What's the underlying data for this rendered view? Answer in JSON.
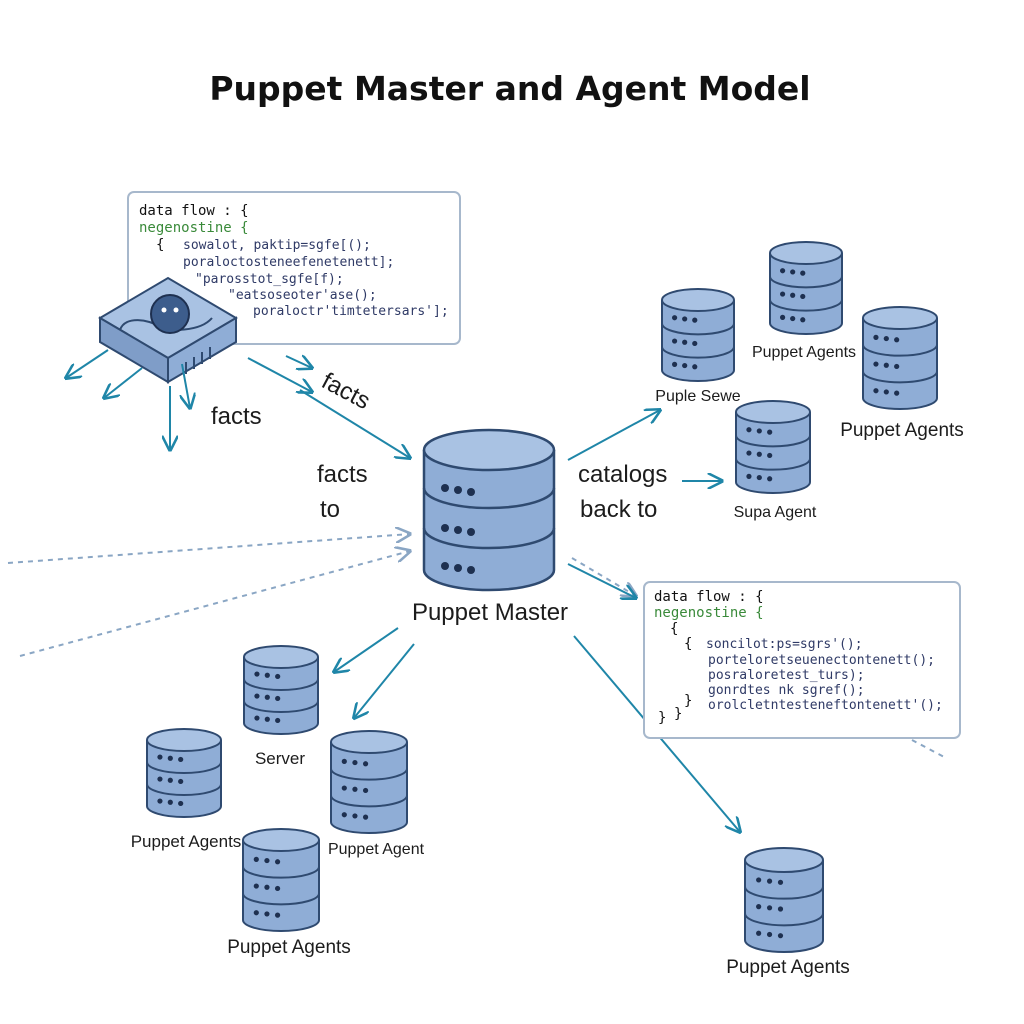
{
  "title": "Puppet Master and Agent Model",
  "master_label": "Puppet Master",
  "flow_labels": {
    "facts_left": "facts",
    "facts_diag": "facts",
    "facts_to_1": "facts",
    "facts_to_2": "to",
    "catalogs_1": "catalogs",
    "catalogs_2": "back to"
  },
  "node_labels": {
    "top_agents_1": "Puppet Agents",
    "top_agents_2": "Puppet Agents",
    "top_server": "Puple Sewe",
    "top_super": "Supa Agent",
    "bottom_server": "Server",
    "bottom_agents_1": "Puppet Agents",
    "bottom_agent": "Puppet Agent",
    "bottom_agents_2": "Puppet Agents",
    "bottom_right_agents": "Puppet Agents"
  },
  "code_box_top": {
    "header": "data flow : {",
    "green": "negenostine {",
    "brace": "{",
    "lines": [
      "sowalot, paktip=sgfe[();",
      "poraloctosteneefenetenett];",
      "\"parosstot_sgfe[f);",
      "\"eatsoseoter'ase();",
      "poraloctr'timtetersars'];"
    ]
  },
  "code_box_bottom": {
    "header": "data flow : {",
    "green": "negenostine {",
    "brace": "{",
    "inner_brace": "{",
    "lines": [
      "soncilot:ps=sgrs'();",
      "porteloretseuenectontenett();",
      "posraloretest_turs);",
      "gonrdtes nk sgref();",
      "orolcletntesteneftontenett'();"
    ],
    "close_1": "}",
    "close_2": "}"
  },
  "colors": {
    "cylinder_fill": "#8fadd6",
    "cylinder_top": "#a9c2e3",
    "cylinder_stroke": "#2f4a70",
    "arrow": "#1f86a8",
    "dashed": "#8aa6c4"
  },
  "icons": [
    "database-icon",
    "agent-device-icon"
  ]
}
